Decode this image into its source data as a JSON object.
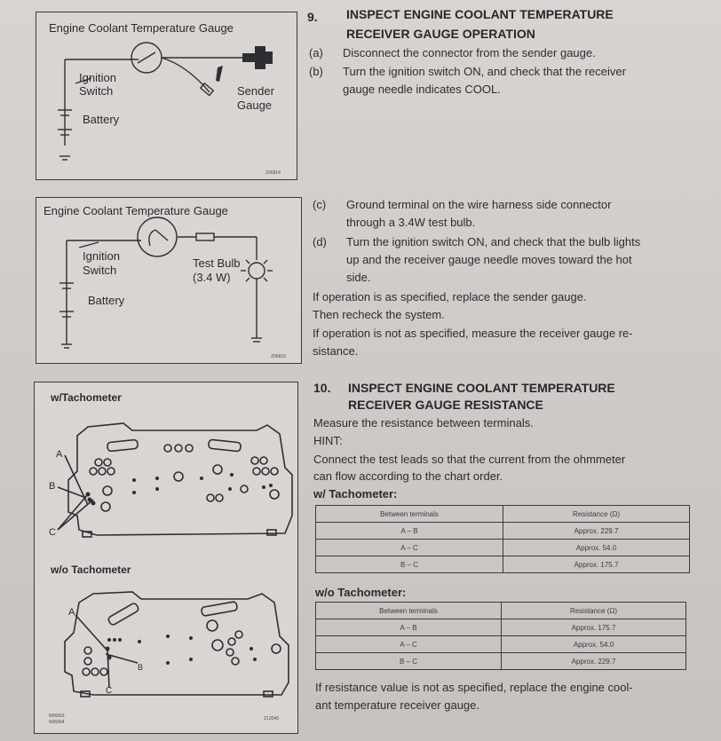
{
  "figures": {
    "fig1": {
      "title": "Engine Coolant Temperature Gauge",
      "ignition": [
        "Ignition",
        "Switch"
      ],
      "battery": "Battery",
      "sender": [
        "Sender",
        "Gauge"
      ],
      "code": "Z06814"
    },
    "fig2": {
      "title": "Engine Coolant Temperature Gauge",
      "ignition": [
        "Ignition",
        "Switch"
      ],
      "battery": "Battery",
      "bulb": [
        "Test Bulb",
        "(3.4 W)"
      ],
      "code": "Z06815"
    },
    "fig3": {
      "with_tach": "w/Tachometer",
      "without_tach": "w/o Tachometer",
      "letters": [
        "A",
        "B",
        "C"
      ],
      "codes": [
        "N06963",
        "N06964"
      ],
      "code": "Z13040"
    }
  },
  "section9": {
    "number": "9.",
    "title_line1": "INSPECT ENGINE COOLANT TEMPERATURE",
    "title_line2": "RECEIVER GAUGE OPERATION",
    "steps": [
      {
        "mark": "(a)",
        "lines": [
          "Disconnect the connector from the sender gauge."
        ]
      },
      {
        "mark": "(b)",
        "lines": [
          "Turn the ignition switch ON, and check that the receiver",
          "gauge needle indicates COOL."
        ]
      },
      {
        "mark": "(c)",
        "lines": [
          "Ground terminal on the wire harness side connector",
          "through a 3.4W test bulb."
        ]
      },
      {
        "mark": "(d)",
        "lines": [
          "Turn the ignition switch ON, and check that the bulb lights",
          "up and the receiver gauge needle moves toward the hot",
          "side."
        ]
      }
    ],
    "notes": [
      "If operation is as specified, replace the sender gauge.",
      "Then recheck the system.",
      "If operation is not as specified, measure the receiver gauge re-",
      "sistance."
    ]
  },
  "section10": {
    "number": "10.",
    "title_line1": "INSPECT ENGINE COOLANT TEMPERATURE",
    "title_line2": "RECEIVER GAUGE RESISTANCE",
    "intro": "Measure the resistance between terminals.",
    "hint_label": "HINT:",
    "hint_lines": [
      "Connect the test leads so that the current from the ohmmeter",
      "can flow according to the chart order."
    ],
    "table1": {
      "label": "w/ Tachometer:",
      "headers": [
        "Between terminals",
        "Resistance (Ω)"
      ],
      "rows": [
        [
          "A – B",
          "Approx. 229.7"
        ],
        [
          "A – C",
          "Approx. 54.0"
        ],
        [
          "B – C",
          "Approx. 175.7"
        ]
      ]
    },
    "table2": {
      "label": "w/o Tachometer:",
      "headers": [
        "Between terminals",
        "Resistance (Ω)"
      ],
      "rows": [
        [
          "A – B",
          "Approx. 175.7"
        ],
        [
          "A – C",
          "Approx. 54.0"
        ],
        [
          "B – C",
          "Approx. 229.7"
        ]
      ]
    },
    "footer_lines": [
      "If resistance value is not as specified, replace the engine cool-",
      "ant temperature receiver gauge."
    ]
  }
}
